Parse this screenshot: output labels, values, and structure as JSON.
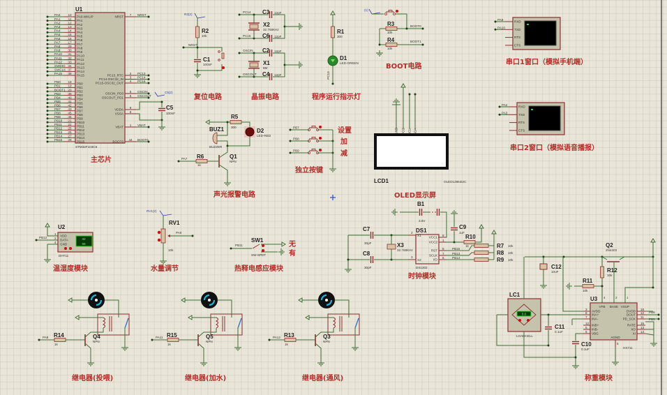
{
  "main_chip": {
    "ref": "U1",
    "part": "STM32F103C8",
    "title": "主芯片",
    "left_pins": [
      {
        "num": "10",
        "name": "PA0-WKUP",
        "net": "PA0"
      },
      {
        "num": "11",
        "name": "PA1",
        "net": "PA1"
      },
      {
        "num": "12",
        "name": "PA2",
        "net": "PA2"
      },
      {
        "num": "13",
        "name": "PA3",
        "net": "PA3"
      },
      {
        "num": "14",
        "name": "PA4",
        "net": "PA4"
      },
      {
        "num": "15",
        "name": "PA5",
        "net": "PA5"
      },
      {
        "num": "16",
        "name": "PA6",
        "net": "PA6"
      },
      {
        "num": "17",
        "name": "PA7",
        "net": "PA7"
      },
      {
        "num": "29",
        "name": "PA8",
        "net": "PA8"
      },
      {
        "num": "30",
        "name": "PA9",
        "net": "PA9"
      },
      {
        "num": "31",
        "name": "PA10",
        "net": "PA10"
      },
      {
        "num": "32",
        "name": "PA11",
        "net": "PA11"
      },
      {
        "num": "33",
        "name": "PA12",
        "net": "PA12"
      },
      {
        "num": "34",
        "name": "PA13",
        "net": "SWDIO"
      },
      {
        "num": "37",
        "name": "PA14",
        "net": "SWCLK"
      },
      {
        "num": "38",
        "name": "PA15",
        "net": "PA15"
      },
      {
        "num": "18",
        "name": "PB0",
        "net": "PB0"
      },
      {
        "num": "19",
        "name": "PB1",
        "net": "PB1"
      },
      {
        "num": "20",
        "name": "PB2",
        "net": "BOOT1"
      },
      {
        "num": "39",
        "name": "PB3",
        "net": "PB3"
      },
      {
        "num": "40",
        "name": "PB4",
        "net": "PB4"
      },
      {
        "num": "41",
        "name": "PB5",
        "net": "PB5"
      },
      {
        "num": "42",
        "name": "PB6",
        "net": "PB6"
      },
      {
        "num": "43",
        "name": "PB7",
        "net": "PB7"
      },
      {
        "num": "45",
        "name": "PB8",
        "net": "PB8"
      },
      {
        "num": "46",
        "name": "PB9",
        "net": "PB9"
      },
      {
        "num": "21",
        "name": "PB10",
        "net": "PB10"
      },
      {
        "num": "22",
        "name": "PB11",
        "net": "PB11"
      },
      {
        "num": "25",
        "name": "PB12",
        "net": "PB12"
      },
      {
        "num": "26",
        "name": "PB13",
        "net": "PB13"
      },
      {
        "num": "27",
        "name": "PB14",
        "net": "PB14"
      },
      {
        "num": "28",
        "name": "PB15",
        "net": "PB15"
      }
    ],
    "right_pins": [
      {
        "num": "7",
        "name": "NRST",
        "net": "NRST"
      },
      {
        "num": "2",
        "name": "PC13_RTC",
        "net": "PC13"
      },
      {
        "num": "3",
        "name": "PC14-OSC32_IN",
        "net": "PC14"
      },
      {
        "num": "4",
        "name": "PC15-OSC32_OUT",
        "net": "PC15"
      },
      {
        "num": "5",
        "name": "OSCIN_PD0",
        "net": "OSCIN"
      },
      {
        "num": "6",
        "name": "OSCOUT_PD1",
        "net": "OSCOUT"
      },
      {
        "num": "9",
        "name": "VDDA",
        "net": ""
      },
      {
        "num": "8",
        "name": "VSSA",
        "net": ""
      },
      {
        "num": "1",
        "name": "VBAT",
        "net": "VBAT"
      },
      {
        "num": "44",
        "name": "BOOT0",
        "net": "BOOT0"
      }
    ],
    "c5": {
      "probe": "C5(2)",
      "ref": "C5",
      "val": "100nF"
    }
  },
  "reset": {
    "title": "复位电路",
    "probe": "R2(2)",
    "r_ref": "R2",
    "r_val": "10k",
    "net": "NRST",
    "c_ref": "C1",
    "c_val": "100nF"
  },
  "crystal": {
    "title": "晶振电路",
    "c3": "C3",
    "c6": "C6",
    "c2": "C2",
    "c4": "C4",
    "cval": "12pF",
    "x2": "X2",
    "x2_val": "32.768KHz",
    "x1": "X1",
    "x1_val": "8M",
    "nets": [
      "PC14",
      "PC15",
      "OSCIN",
      "OSCOUT"
    ]
  },
  "led": {
    "title": "程序运行指示灯",
    "r_ref": "R1",
    "r_val": "300",
    "d_ref": "D1",
    "d_val": "LED-GREEN",
    "net": "PC13",
    "color": "#2a8a2a"
  },
  "boot": {
    "title": "BOOT电路",
    "probe": "(1)",
    "r3": "R3",
    "r4": "R4",
    "rval": "10k",
    "net0": "BOOT0",
    "net1": "BOOT1"
  },
  "uart1": {
    "title": "串口1窗口（模拟手机端）",
    "pins": [
      "RXD",
      "TXD",
      "RTS",
      "CTS"
    ],
    "nets": [
      "PA9",
      "PA10"
    ]
  },
  "uart2": {
    "title": "串口2窗口（模拟语音播报）",
    "pins": [
      "RXD",
      "TXD",
      "RTS",
      "CTS"
    ],
    "nets": [
      "PA2",
      "PA3"
    ]
  },
  "oled": {
    "title": "OLED显示屏",
    "ref": "LCD1",
    "part": "OLED12864I2C",
    "pins": [
      "GND",
      "VCC",
      "SCL",
      "SDA"
    ]
  },
  "alarm": {
    "title": "声光报警电路",
    "r5": "R5",
    "r5_val": "300",
    "d2": "D2",
    "d2_val": "LED-RED",
    "buz": "BUZ1",
    "buz_val": "BUZZER",
    "q": "Q1",
    "q_val": "NPN",
    "r6": "R6",
    "r6_val": "1k",
    "net": "PA7"
  },
  "keys": {
    "title": "独立按键",
    "nets": [
      "PB7",
      "PB8",
      "PB9"
    ],
    "labels": [
      "设置",
      "加",
      "减"
    ]
  },
  "dht": {
    "title": "温湿度模块",
    "ref": "U2",
    "part": "DHT11",
    "pins": [
      "VDD",
      "DATA",
      "GND"
    ],
    "pin_nums": [
      "1",
      "2",
      "4"
    ],
    "net": "PB12",
    "reading": [
      "32",
      "58"
    ]
  },
  "water": {
    "title": "水量调节",
    "probe": "RV1(2)",
    "ref": "RV1",
    "val": "10k",
    "net": "PA0"
  },
  "pir": {
    "title": "热释电感应模块",
    "ref": "SW1",
    "part": "SW-SPDT",
    "net": "PB11",
    "opt_no": "无",
    "opt_yes": "有"
  },
  "clock": {
    "title": "时钟模块",
    "b1": "B1",
    "b1_val": "3.6V",
    "ds": "DS1",
    "ds_part": "DS1302",
    "c7": "C7",
    "c8": "C8",
    "c78_val": "30pF",
    "x3": "X3",
    "x3_val": "32.768KHz",
    "c9": "C9",
    "c9_val": "1uF",
    "r10": "R10",
    "r10_val": "1k",
    "r789": [
      "R7",
      "R8",
      "R9"
    ],
    "r789_val": "10k",
    "left_pins": [
      {
        "num": "2",
        "name": "X1"
      },
      {
        "num": "3",
        "name": "X2"
      }
    ],
    "right_pins": [
      {
        "num": "8",
        "name": "VCC1"
      },
      {
        "num": "1",
        "name": "VCC2"
      },
      {
        "num": "5",
        "name": "RST"
      },
      {
        "num": "7",
        "name": "SCLK"
      },
      {
        "num": "6",
        "name": "I/O"
      }
    ],
    "nets": [
      "PB15",
      "PB13",
      "PB14"
    ]
  },
  "weight": {
    "title": "称重模块",
    "q2": "Q2",
    "q2_val": "2N4403",
    "c12": "C12",
    "c12_val": "10uF",
    "r12": "R12",
    "r12_val": "10k",
    "r11": "R11",
    "r11_val": "10k",
    "lc": "LC1",
    "lc_part": "LOADCELL",
    "lc_reading": "0.0",
    "c11": "C11",
    "c11_val": "0.1uF",
    "c10": "C10",
    "c10_val": "0.1uF",
    "u3": "U3",
    "u3_part": "HX711",
    "top_pins": [
      {
        "num": "4",
        "name": "VFB"
      },
      {
        "num": "2",
        "name": "BASE"
      },
      {
        "num": "1",
        "name": "VSUP"
      }
    ],
    "left_pins": [
      {
        "num": "3",
        "name": "AVDD"
      },
      {
        "num": "8",
        "name": "INA+"
      },
      {
        "num": "7",
        "name": "INA-"
      },
      {
        "num": "12",
        "name": "INB+"
      },
      {
        "num": "5",
        "name": "INB-"
      },
      {
        "num": "6",
        "name": "VBG"
      }
    ],
    "right_pins": [
      {
        "num": "16",
        "name": "DVDD"
      },
      {
        "num": "12",
        "name": "DOUT"
      },
      {
        "num": "11",
        "name": "PD_SCK"
      },
      {
        "num": "15",
        "name": "RATE"
      },
      {
        "num": "13",
        "name": "XO"
      },
      {
        "num": "14",
        "name": "XI"
      }
    ],
    "bottom_pin": {
      "num": "5",
      "name": "AGND"
    },
    "nets": [
      "PB6",
      "PB5"
    ]
  },
  "relays": [
    {
      "title": "继电器(投喂)",
      "r": "R14",
      "r_val": "1k",
      "q": "Q4",
      "q_val": "NPN",
      "net": "PA8"
    },
    {
      "title": "继电器(加水)",
      "r": "R15",
      "r_val": "1k",
      "q": "Q5",
      "q_val": "NPN",
      "net": "PA11"
    },
    {
      "title": "继电器(通风)",
      "r": "R13",
      "r_val": "1k",
      "q": "Q3",
      "q_val": "NPN",
      "net": "PA12"
    }
  ]
}
